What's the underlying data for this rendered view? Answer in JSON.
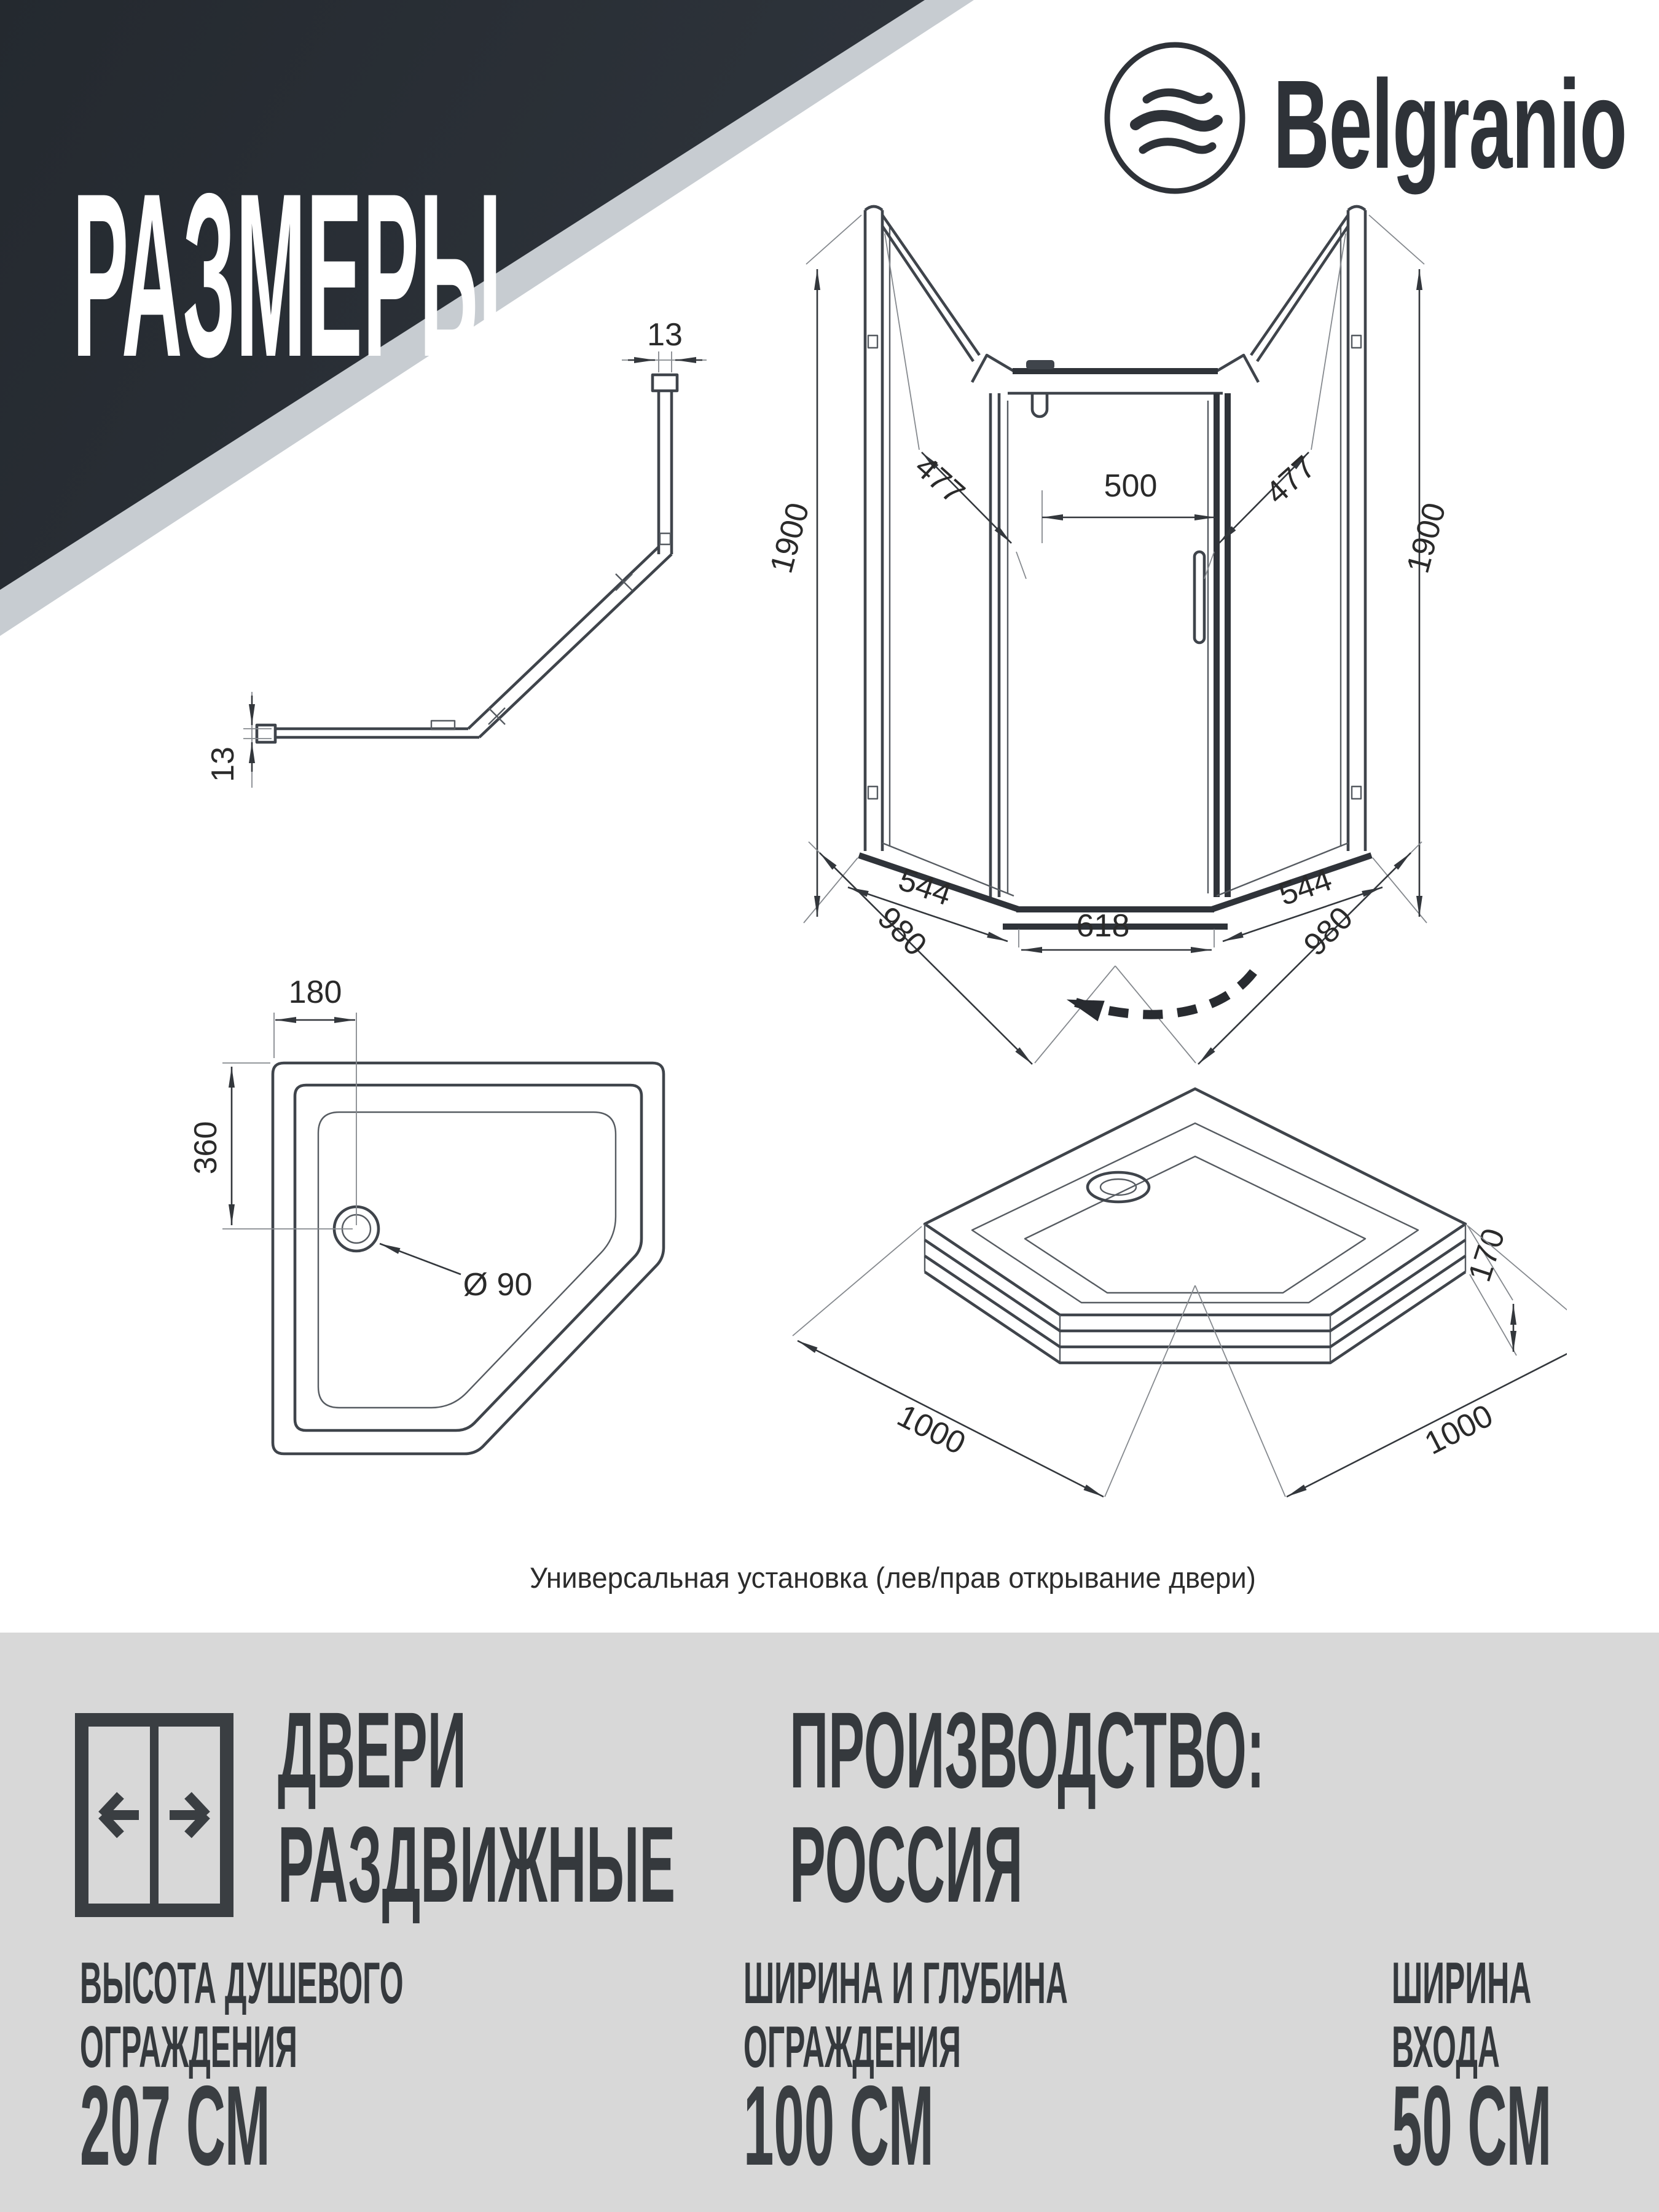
{
  "header": {
    "title": "РАЗМЕРЫ"
  },
  "brand": {
    "name": "Belgranio",
    "logo_icon": "waves-in-oval"
  },
  "drawings": {
    "caption": "Универсальная установка (лев/прав открывание двери)",
    "enclosure": {
      "height_left": "1900",
      "height_right": "1900",
      "panel_top_left": "477",
      "panel_top_right": "477",
      "door_width": "500",
      "panel_bottom_left": "544",
      "panel_bottom_right": "544",
      "front_bottom_width": "618",
      "plan_side_left": "980",
      "plan_side_right": "980"
    },
    "profile": {
      "thickness_top": "13",
      "thickness_bottom": "13"
    },
    "tray_plan": {
      "drain_offset_x": "180",
      "drain_offset_y": "360",
      "drain_diameter": "Ø 90"
    },
    "tray_iso": {
      "side_left": "1000",
      "side_right": "1000",
      "height": "170"
    }
  },
  "features": {
    "doors": {
      "line1": "ДВЕРИ",
      "line2": "РАЗДВИЖНЫЕ",
      "icon": "sliding-doors-icon"
    },
    "production": {
      "line1": "ПРОИЗВОДСТВО:",
      "line2": "РОССИЯ"
    }
  },
  "specs": [
    {
      "line1": "ВЫСОТА ДУШЕВОГО",
      "line2": "ОГРАЖДЕНИЯ",
      "value": "207 СМ"
    },
    {
      "line1": "ШИРИНА И ГЛУБИНА",
      "line2": "ОГРАЖДЕНИЯ",
      "value": "100 СМ"
    },
    {
      "line1": "ШИРИНА",
      "line2": "ВХОДА",
      "value": "50 СМ"
    }
  ],
  "colors": {
    "banner_dark": "#24292f",
    "banner_light": "#4a515a",
    "band_gray": "#d8d8d8",
    "ink": "#33373c"
  }
}
